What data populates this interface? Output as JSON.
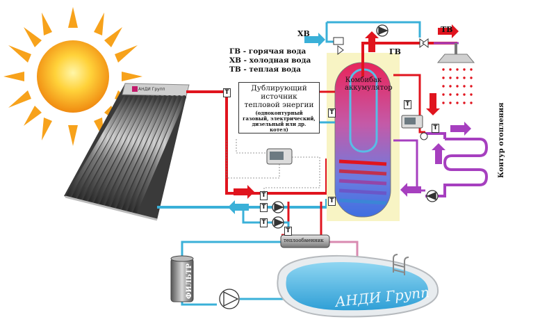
{
  "legend": {
    "hot": "ГВ - горячая вода",
    "cold": "ХВ - холодная вода",
    "warm": "ТВ - теплая вода"
  },
  "auxiliary_source": {
    "title": "Дублирующий источник тепловой энергии",
    "subtitle": "(одноконтурный газовый, электрический, дизельный или др. котел)"
  },
  "labels": {
    "cold_water": "ХВ",
    "hot_water": "ГВ",
    "warm_water": "ТВ",
    "tank": "Комбибак аккумулятор",
    "heating_circuit": "Контур отопления",
    "heat_exchanger": "теплообменник",
    "filter": "ФИЛЬТР",
    "collector_brand": "АНДИ Групп",
    "watermark": "АНДИ Групп",
    "sensor": "T"
  },
  "colors": {
    "hot": "#e0141e",
    "cold": "#3ab0d8",
    "warm": "#a63fbf",
    "pool_water": "#5bbde8",
    "sun": "#f7a21b"
  }
}
